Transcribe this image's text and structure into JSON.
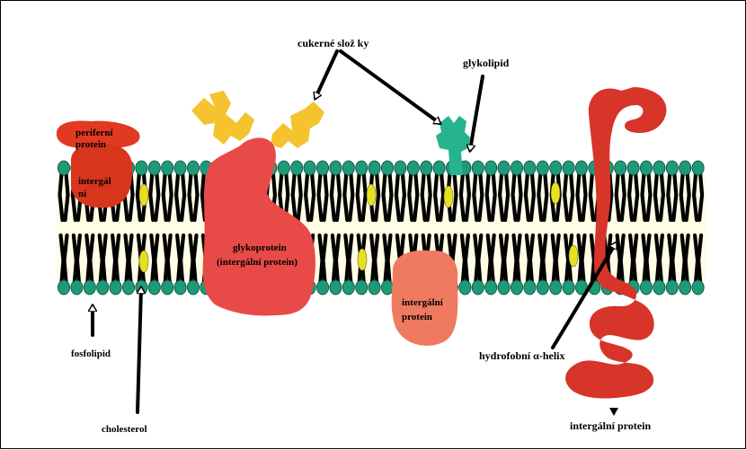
{
  "labels": {
    "sugar_chains": "cukerné slož ky",
    "glycolipid": "glykolipid",
    "peripheral_protein_line1": "periferní",
    "peripheral_protein_line2": "protein",
    "integral_small_line1": "intergál",
    "integral_small_line2": "ní",
    "glycoprotein_line1": "glykoprotein",
    "glycoprotein_line2": "(intergální protein)",
    "integral_lower_line1": "intergální",
    "integral_lower_line2": "protein",
    "phospholipid": "fosfolipid",
    "cholesterol": "cholesterol",
    "hydrophobic_helix": "hydrofobní α-helix",
    "integral_protein": "intergální protein"
  },
  "colors": {
    "head": "#1e9a78",
    "tail": "#000000",
    "bilayer_band": "#fffde6",
    "cholesterol": "#e6e020",
    "peripheral_protein": "#e23a20",
    "integral_small": "#d8351d",
    "glycoprotein": "#e84a48",
    "sugar": "#f5c230",
    "glycolipid": "#26b48f",
    "lower_protein": "#ef7a60",
    "helix_protein": "#d7342a"
  }
}
